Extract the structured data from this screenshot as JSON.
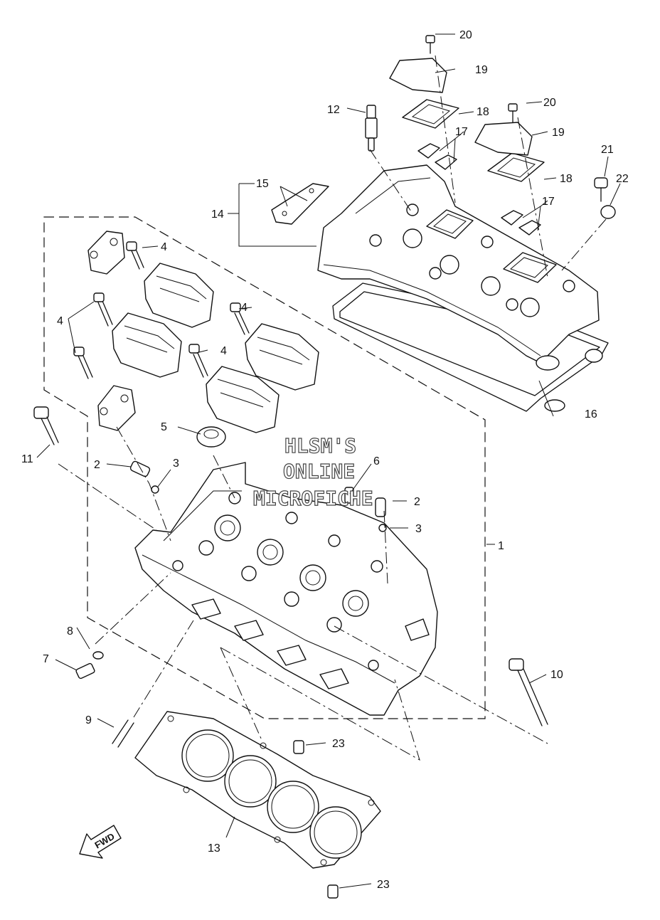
{
  "watermark": {
    "line1": "HLSM'S",
    "line2": "ONLINE",
    "line3": "MICROFICHE"
  },
  "direction_marker": "FWD",
  "callouts": [
    "1",
    "2",
    "2",
    "3",
    "3",
    "4",
    "4",
    "4",
    "4",
    "5",
    "6",
    "7",
    "8",
    "9",
    "10",
    "11",
    "12",
    "13",
    "14",
    "15",
    "16",
    "17",
    "17",
    "18",
    "18",
    "19",
    "19",
    "20",
    "20",
    "21",
    "22",
    "23",
    "23"
  ]
}
